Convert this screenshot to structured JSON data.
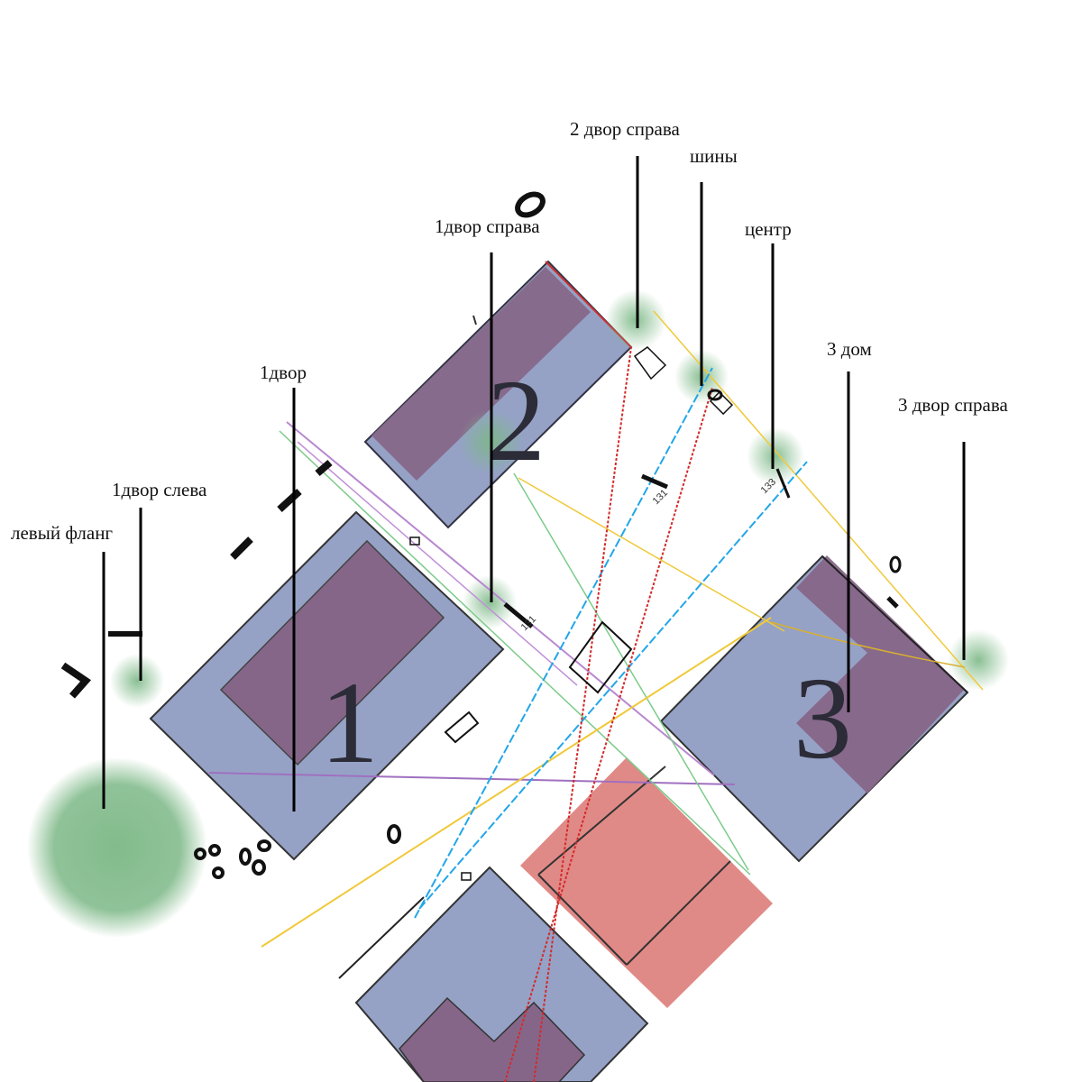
{
  "callouts": [
    {
      "id": "left-flank",
      "label": "левый фланг"
    },
    {
      "id": "yard1-left",
      "label": "1двор слева"
    },
    {
      "id": "yard1",
      "label": "1двор"
    },
    {
      "id": "yard1-right",
      "label": "1двор справа"
    },
    {
      "id": "yard2-right",
      "label": "2 двор справа"
    },
    {
      "id": "tires",
      "label": "шины"
    },
    {
      "id": "center",
      "label": "центр"
    },
    {
      "id": "house3",
      "label": "3 дом"
    },
    {
      "id": "yard3-right",
      "label": "3 двор справа"
    }
  ],
  "buildings": [
    {
      "id": "building-1",
      "number": "1"
    },
    {
      "id": "building-2",
      "number": "2"
    },
    {
      "id": "building-3",
      "number": "3"
    }
  ],
  "markers": {
    "m131_left": "131",
    "m131_mid": "131",
    "m133": "133"
  },
  "colors": {
    "building": "#95a2c6",
    "roof": "#866688",
    "red_block": "#e08a87",
    "zone": "#7cb886",
    "yellow": "#f0c93a",
    "blue": "#22a6e8",
    "red": "#d42a2a",
    "green": "#7ccb8a",
    "purple": "#b888d0"
  }
}
